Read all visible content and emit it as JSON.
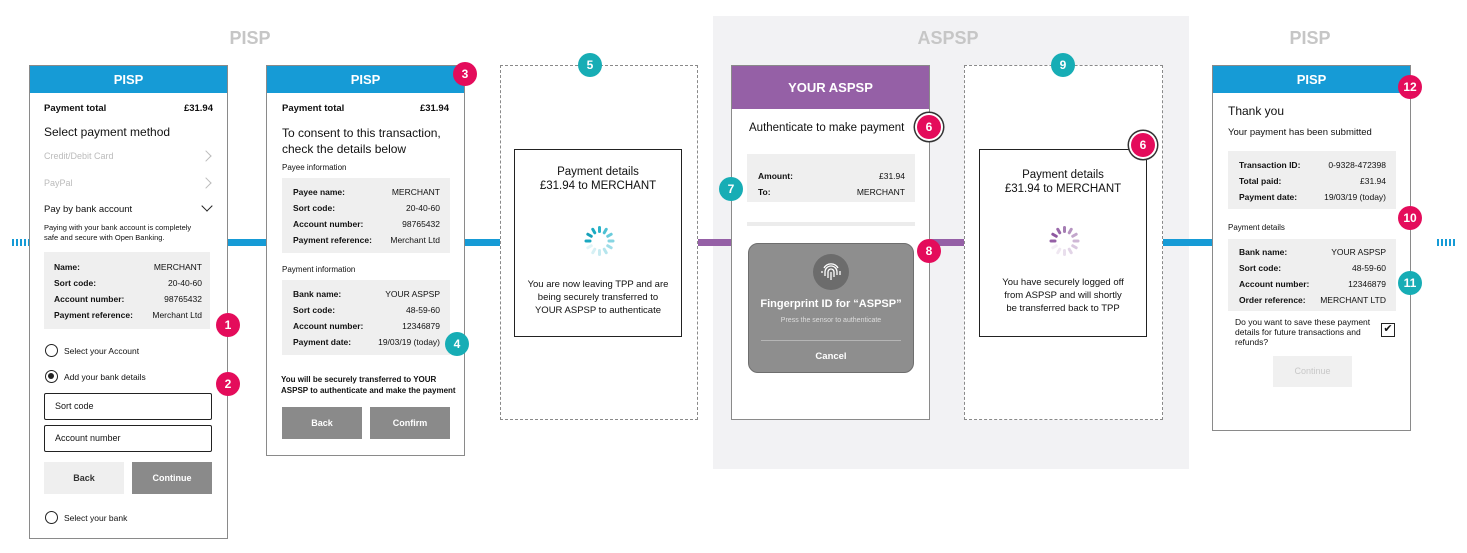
{
  "sections": {
    "left": "PISP",
    "middle": "ASPSP",
    "right": "PISP"
  },
  "colors": {
    "pisp": "#169bd6",
    "aspsp": "#9560a6",
    "badge_pink": "#e40c5b",
    "badge_teal": "#17adb5"
  },
  "screen1": {
    "header": "PISP",
    "payment_total_label": "Payment total",
    "payment_total_value": "£31.94",
    "select_method": "Select payment method",
    "methods": [
      "Credit/Debit Card",
      "PayPal",
      "Pay by bank account"
    ],
    "bank_desc_1": "Paying with your bank account is completely",
    "bank_desc_2": "safe and secure with Open Banking.",
    "details": [
      {
        "k": "Name:",
        "v": "MERCHANT"
      },
      {
        "k": "Sort code:",
        "v": "20-40-60"
      },
      {
        "k": "Account number:",
        "v": "98765432"
      },
      {
        "k": "Payment reference:",
        "v": "Merchant Ltd"
      }
    ],
    "opt_select_account": "Select your Account",
    "opt_add_bank": "Add your bank details",
    "sort_code_placeholder": "Sort code",
    "account_number_placeholder": "Account number",
    "back": "Back",
    "continue": "Continue",
    "select_bank": "Select your bank"
  },
  "screen2": {
    "header": "PISP",
    "payment_total_label": "Payment total",
    "payment_total_value": "£31.94",
    "consent_1": "To consent to this transaction,",
    "consent_2": "check the details below",
    "payee_info": "Payee information",
    "payee": [
      {
        "k": "Payee name:",
        "v": "MERCHANT"
      },
      {
        "k": "Sort code:",
        "v": "20-40-60"
      },
      {
        "k": "Account number:",
        "v": "98765432"
      },
      {
        "k": "Payment reference:",
        "v": "Merchant Ltd"
      }
    ],
    "payment_info": "Payment information",
    "payment": [
      {
        "k": "Bank name:",
        "v": "YOUR ASPSP"
      },
      {
        "k": "Sort code:",
        "v": "48-59-60"
      },
      {
        "k": "Account number:",
        "v": "12346879"
      },
      {
        "k": "Payment date:",
        "v": "19/03/19 (today)"
      }
    ],
    "transfer_1": "You will be securely transferred to YOUR",
    "transfer_2": "ASPSP to authenticate and make the payment",
    "back": "Back",
    "confirm": "Confirm"
  },
  "screen3": {
    "title_1": "Payment details",
    "title_2": "£31.94 to MERCHANT",
    "msg_1": "You are now leaving TPP and are",
    "msg_2": "being securely transferred to",
    "msg_3": "YOUR ASPSP to authenticate"
  },
  "screen4": {
    "header": "YOUR ASPSP",
    "auth": "Authenticate to make payment",
    "amount_label": "Amount:",
    "amount_value": "£31.94",
    "to_label": "To:",
    "to_value": "MERCHANT",
    "fp_title": "Fingerprint ID for “ASPSP”",
    "fp_sub": "Press the sensor to authenticate",
    "fp_cancel": "Cancel"
  },
  "screen5": {
    "title_1": "Payment details",
    "title_2": "£31.94 to MERCHANT",
    "msg_1": "You have securely logged off",
    "msg_2": "from ASPSP and will shortly",
    "msg_3": "be transferred back to TPP"
  },
  "screen6": {
    "header": "PISP",
    "thank_you": "Thank you",
    "submitted": "Your payment has been submitted",
    "summary": [
      {
        "k": "Transaction ID:",
        "v": "0-9328-472398"
      },
      {
        "k": "Total paid:",
        "v": "£31.94"
      },
      {
        "k": "Payment date:",
        "v": "19/03/19 (today)"
      }
    ],
    "payment_details": "Payment details",
    "details": [
      {
        "k": "Bank name:",
        "v": "YOUR ASPSP"
      },
      {
        "k": "Sort code:",
        "v": "48-59-60"
      },
      {
        "k": "Account number:",
        "v": "12346879"
      },
      {
        "k": "Order reference:",
        "v": "MERCHANT LTD"
      }
    ],
    "save_1": "Do you want to save these payment",
    "save_2": "details for future transactions and",
    "save_3": "refunds?",
    "continue": "Continue"
  },
  "badges": {
    "b1": "1",
    "b2": "2",
    "b3": "3",
    "b4": "4",
    "b5": "5",
    "b6a": "6",
    "b6b": "6",
    "b7": "7",
    "b8": "8",
    "b9": "9",
    "b10": "10",
    "b11": "11",
    "b12": "12"
  }
}
